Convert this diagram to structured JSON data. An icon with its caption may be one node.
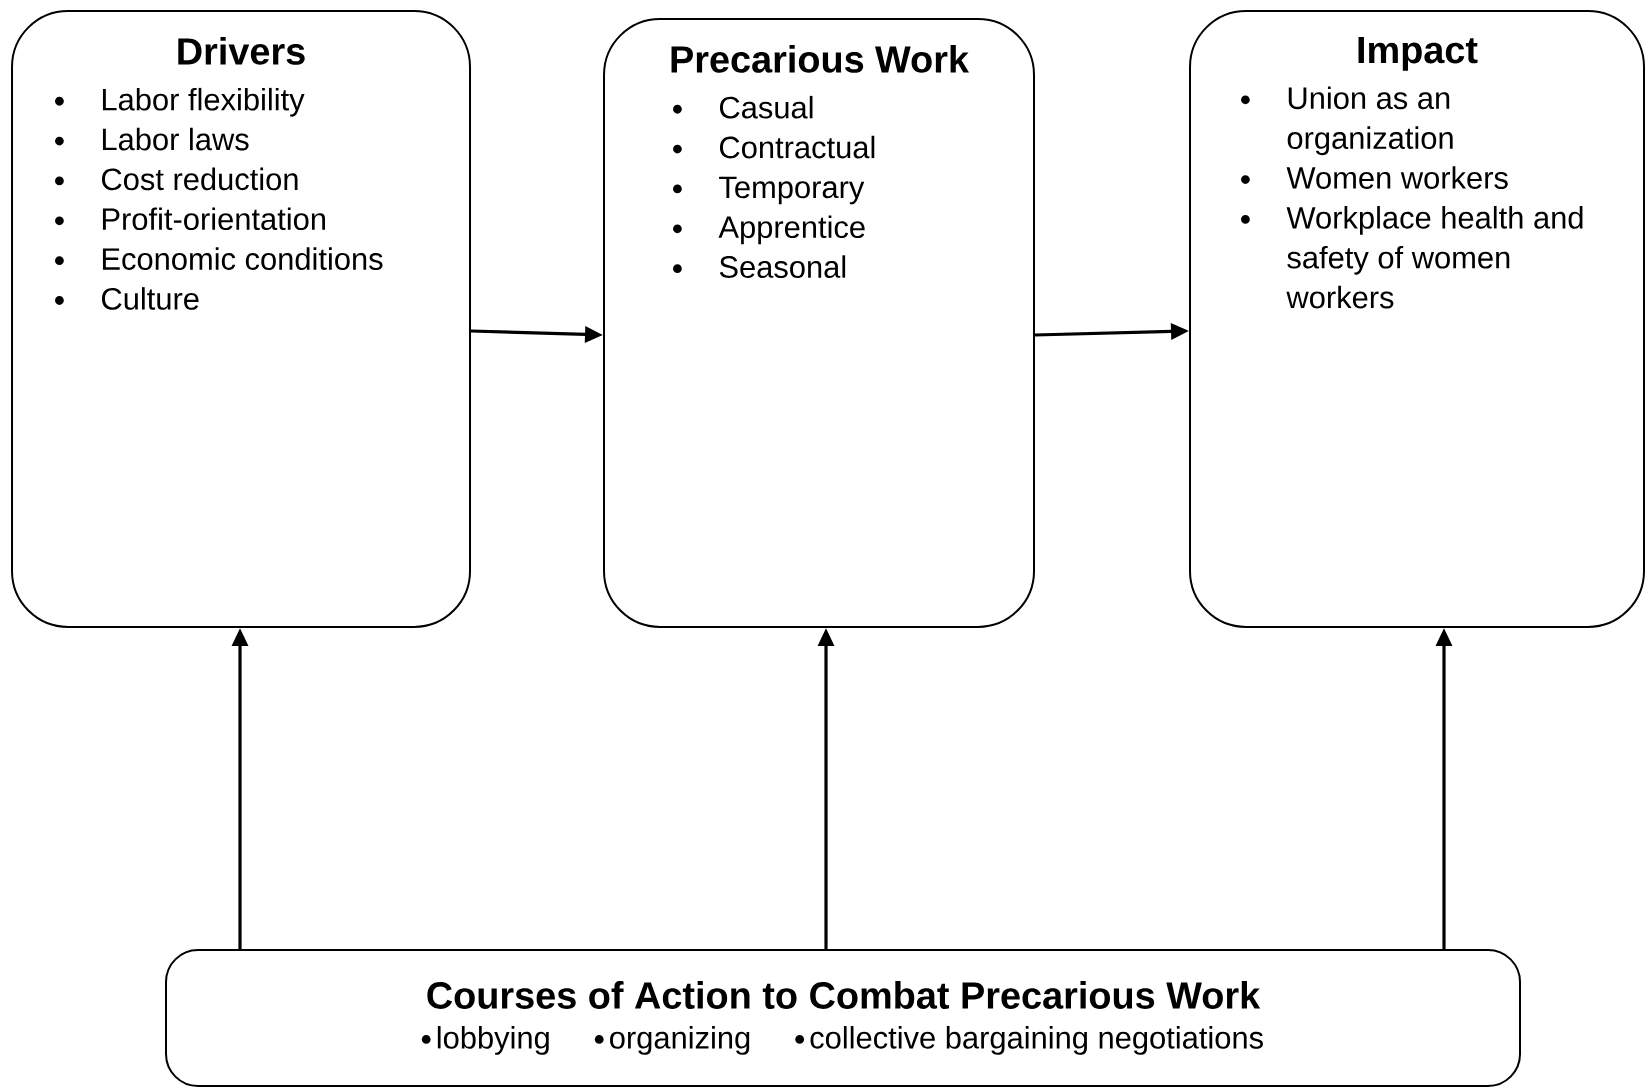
{
  "diagram": {
    "nodes": [
      {
        "text": [
          "Drivers",
          "Labor flexibility",
          "Labor laws",
          "Cost reduction",
          "Profit-orientation",
          "Economic conditions",
          "Culture"
        ]
      },
      {
        "text": [
          "Precarious Work",
          "Casual",
          "Contractual",
          "Temporary",
          "Apprentice",
          "Seasonal"
        ]
      },
      {
        "text": [
          "Impact",
          "Union as an organization",
          "Women workers",
          "Workplace health and safety of women workers"
        ]
      },
      {
        "text": [
          "Courses of Action to Combat Precarious Work",
          "lobbying",
          "organizing",
          "collective bargaining negotiations"
        ]
      }
    ],
    "edges": [
      {
        "from": 0,
        "to": 1,
        "arrow": "to"
      },
      {
        "from": 1,
        "to": 2,
        "arrow": "to"
      },
      {
        "from": 3,
        "to": 0,
        "arrow": "to"
      },
      {
        "from": 3,
        "to": 1,
        "arrow": "to"
      },
      {
        "from": 3,
        "to": 2,
        "arrow": "to"
      }
    ]
  }
}
